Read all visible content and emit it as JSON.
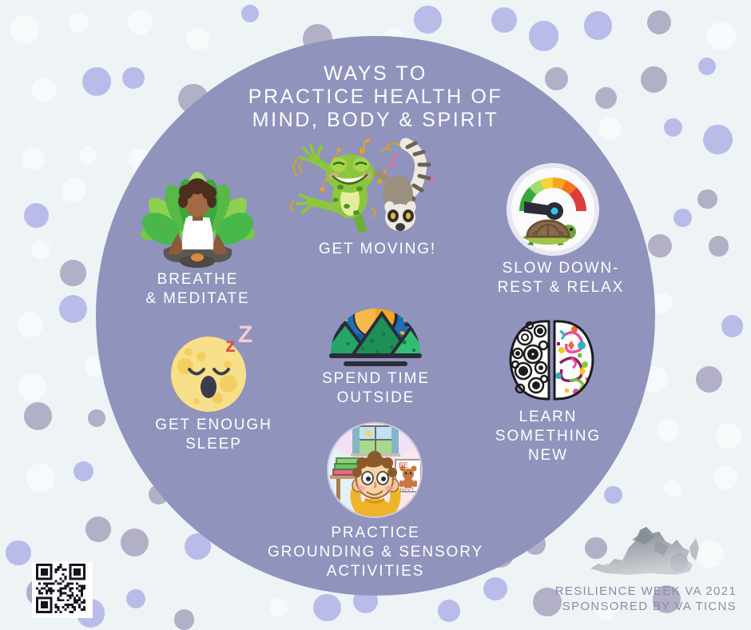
{
  "poster": {
    "background_color": "#eef3f6",
    "circle_color": "#9093bc",
    "text_color": "#ffffff",
    "credit_color": "#8b8ba6",
    "title_lines": [
      "WAYS TO",
      "PRACTICE HEALTH OF",
      "MIND, BODY & SPIRIT"
    ]
  },
  "items": [
    {
      "id": "breathe-meditate",
      "icon": "lotus-meditation-icon",
      "label_lines": [
        "BREATHE",
        "& MEDITATE"
      ]
    },
    {
      "id": "get-moving",
      "icon": "dancing-frog-lemur-icon",
      "label_lines": [
        "GET MOVING!"
      ]
    },
    {
      "id": "slow-down",
      "icon": "speedometer-turtle-icon",
      "label_lines": [
        "SLOW DOWN-",
        "REST & RELAX"
      ]
    },
    {
      "id": "get-enough-sleep",
      "icon": "sleeping-moon-icon",
      "label_lines": [
        "GET ENOUGH",
        "SLEEP"
      ]
    },
    {
      "id": "spend-time-outside",
      "icon": "sun-mountains-icon",
      "label_lines": [
        "SPEND TIME",
        "OUTSIDE"
      ]
    },
    {
      "id": "learn-something-new",
      "icon": "split-brain-icon",
      "label_lines": [
        "LEARN",
        "SOMETHING",
        "NEW"
      ]
    },
    {
      "id": "practice-grounding",
      "icon": "grounding-senses-boy-icon",
      "label_lines": [
        "PRACTICE",
        "GROUNDING & SENSORY",
        "ACTIVITIES"
      ]
    }
  ],
  "footer": {
    "credit_lines": [
      "RESILIENCE WEEK VA 2021",
      "SPONSORED BY VA TICNS"
    ],
    "map_icon": "virginia-state-map-icon",
    "qr_icon": "qr-code-icon"
  },
  "dots": {
    "colors": [
      "#b1b0c6",
      "#b9bce9",
      "#f7fafb"
    ]
  }
}
